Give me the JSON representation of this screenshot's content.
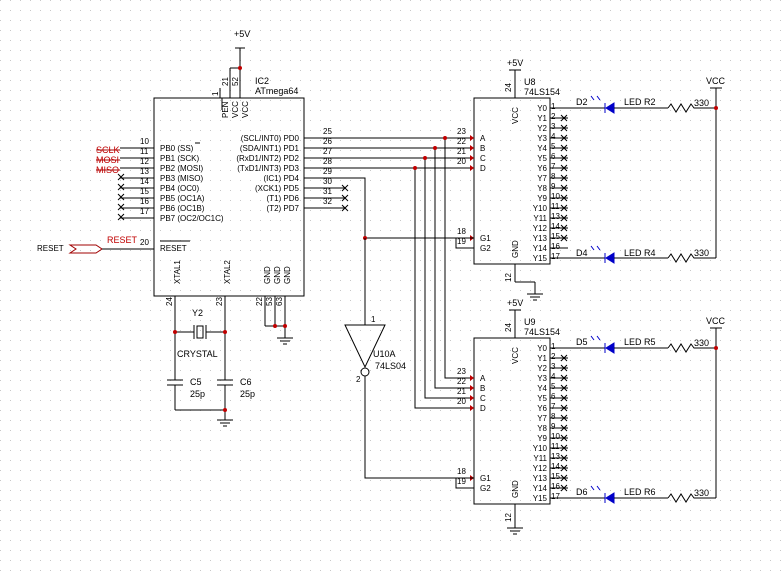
{
  "power": {
    "p5v": "+5V",
    "vcc": "VCC"
  },
  "mcu": {
    "ref": "IC2",
    "part": "ATmega64",
    "top_pins": [
      {
        "name": "PEN",
        "num": "1"
      },
      {
        "name": "VCC",
        "num": "21"
      },
      {
        "name": "VCC",
        "num": "52"
      }
    ],
    "left_pins": [
      {
        "num": "10",
        "name": "PB0 (SS)",
        "net": "SCLK"
      },
      {
        "num": "11",
        "name": "PB1 (SCK)",
        "net": "MOSI"
      },
      {
        "num": "12",
        "name": "PB2 (MOSI)",
        "net": "MISO"
      },
      {
        "num": "13",
        "name": "PB3 (MISO)",
        "net": ""
      },
      {
        "num": "14",
        "name": "PB4 (OC0)",
        "net": ""
      },
      {
        "num": "15",
        "name": "PB5 (OC1A)",
        "net": ""
      },
      {
        "num": "16",
        "name": "PB6 (OC1B)",
        "net": ""
      },
      {
        "num": "17",
        "name": "PB7 (OC2/OC1C)",
        "net": ""
      }
    ],
    "right_pins": [
      {
        "name": "(SCL/INT0) PD0",
        "num": "25"
      },
      {
        "name": "(SDA/INT1) PD1",
        "num": "26"
      },
      {
        "name": "(RxD1/INT2) PD2",
        "num": "27"
      },
      {
        "name": "(TxD1/INT3) PD3",
        "num": "28"
      },
      {
        "name": "(IC1) PD4",
        "num": "29"
      },
      {
        "name": "(XCK1) PD5",
        "num": "30"
      },
      {
        "name": "(T1) PD6",
        "num": "31"
      },
      {
        "name": "(T2) PD7",
        "num": "32"
      }
    ],
    "reset_pin": {
      "name": "RESET",
      "num": "20"
    },
    "xtal_pins": [
      {
        "name": "XTAL1",
        "num": "24"
      },
      {
        "name": "XTAL2",
        "num": "23"
      }
    ],
    "gnd_pins": [
      {
        "name": "GND",
        "num": "22"
      },
      {
        "name": "GND",
        "num": "53"
      },
      {
        "name": "GND",
        "num": "63"
      }
    ]
  },
  "reset_port": "RESET",
  "crystal": {
    "ref": "Y2",
    "value": "CRYSTAL"
  },
  "caps": [
    {
      "ref": "C5",
      "value": "25p"
    },
    {
      "ref": "C6",
      "value": "25p"
    }
  ],
  "inverter": {
    "ref": "U10A",
    "part": "74LS04",
    "in_num": "1",
    "out_num": "2"
  },
  "decoders": [
    {
      "ref": "U8",
      "part": "74LS154",
      "vcc_num": "24",
      "gnd_num": "12",
      "inputs": [
        {
          "name": "A",
          "num": "23"
        },
        {
          "name": "B",
          "num": "22"
        },
        {
          "name": "C",
          "num": "21"
        },
        {
          "name": "D",
          "num": "20"
        }
      ],
      "g1": {
        "name": "G1",
        "num": "18"
      },
      "g2": {
        "name": "G2",
        "num": "19"
      }
    },
    {
      "ref": "U9",
      "part": "74LS154",
      "vcc_num": "24",
      "gnd_num": "12",
      "inputs": [
        {
          "name": "A",
          "num": "23"
        },
        {
          "name": "B",
          "num": "22"
        },
        {
          "name": "C",
          "num": "21"
        },
        {
          "name": "D",
          "num": "20"
        }
      ],
      "g1": {
        "name": "G1",
        "num": "18"
      },
      "g2": {
        "name": "G2",
        "num": "19"
      }
    }
  ],
  "decoder_common": {
    "vcc_label": "VCC",
    "gnd_label": "GND",
    "outputs": [
      "Y0",
      "Y1",
      "Y2",
      "Y3",
      "Y4",
      "Y5",
      "Y6",
      "Y7",
      "Y8",
      "Y9",
      "Y10",
      "Y11",
      "Y12",
      "Y13",
      "Y14",
      "Y15"
    ],
    "output_nums": [
      "1",
      "2",
      "3",
      "4",
      "5",
      "6",
      "7",
      "8",
      "9",
      "10",
      "11",
      "13",
      "14",
      "15",
      "16",
      "17"
    ]
  },
  "leds": [
    {
      "ref": "D2",
      "label": "LED R2",
      "res": "330"
    },
    {
      "ref": "D4",
      "label": "LED R4",
      "res": "330"
    },
    {
      "ref": "D5",
      "label": "LED R5",
      "res": "330"
    },
    {
      "ref": "D6",
      "label": "LED R6",
      "res": "330"
    }
  ]
}
